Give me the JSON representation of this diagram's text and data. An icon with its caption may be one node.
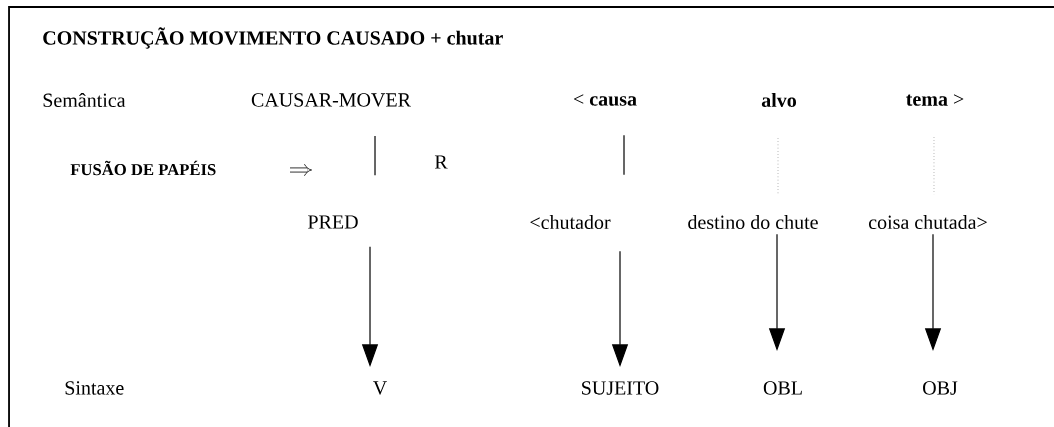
{
  "diagram": {
    "title": "CONSTRUÇÃO MOVIMENTO CAUSADO + chutar",
    "nodes": [
      {
        "text": [
          "CAUSAR-MOVER"
        ]
      },
      {
        "text": [
          "< **causa**"
        ]
      },
      {
        "text": [
          "**alvo**"
        ]
      },
      {
        "text": [
          "**tema** >"
        ]
      },
      {
        "text": [
          "PRED"
        ]
      },
      {
        "text": [
          "<chutador"
        ]
      },
      {
        "text": [
          "destino do chute"
        ]
      },
      {
        "text": [
          "coisa chutada>"
        ]
      },
      {
        "text": [
          "V"
        ]
      },
      {
        "text": [
          "SUJEITO"
        ]
      },
      {
        "text": [
          "OBL"
        ]
      },
      {
        "text": [
          "OBJ"
        ]
      }
    ],
    "edges": [
      {
        "from": 0,
        "to": 4,
        "arrow": "none"
      },
      {
        "from": 1,
        "to": 5,
        "arrow": "none"
      },
      {
        "from": 2,
        "to": 6,
        "arrow": "none",
        "style": "dashed"
      },
      {
        "from": 3,
        "to": 7,
        "arrow": "none",
        "style": "dashed"
      },
      {
        "from": 4,
        "to": 8,
        "arrow": "to"
      },
      {
        "from": 5,
        "to": 9,
        "arrow": "to"
      },
      {
        "from": 6,
        "to": 10,
        "arrow": "to"
      },
      {
        "from": 7,
        "to": 11,
        "arrow": "to"
      }
    ],
    "labels": [
      "Semântica",
      "FUSÃO DE PAPÉIS",
      "R",
      "Sintaxe"
    ]
  }
}
